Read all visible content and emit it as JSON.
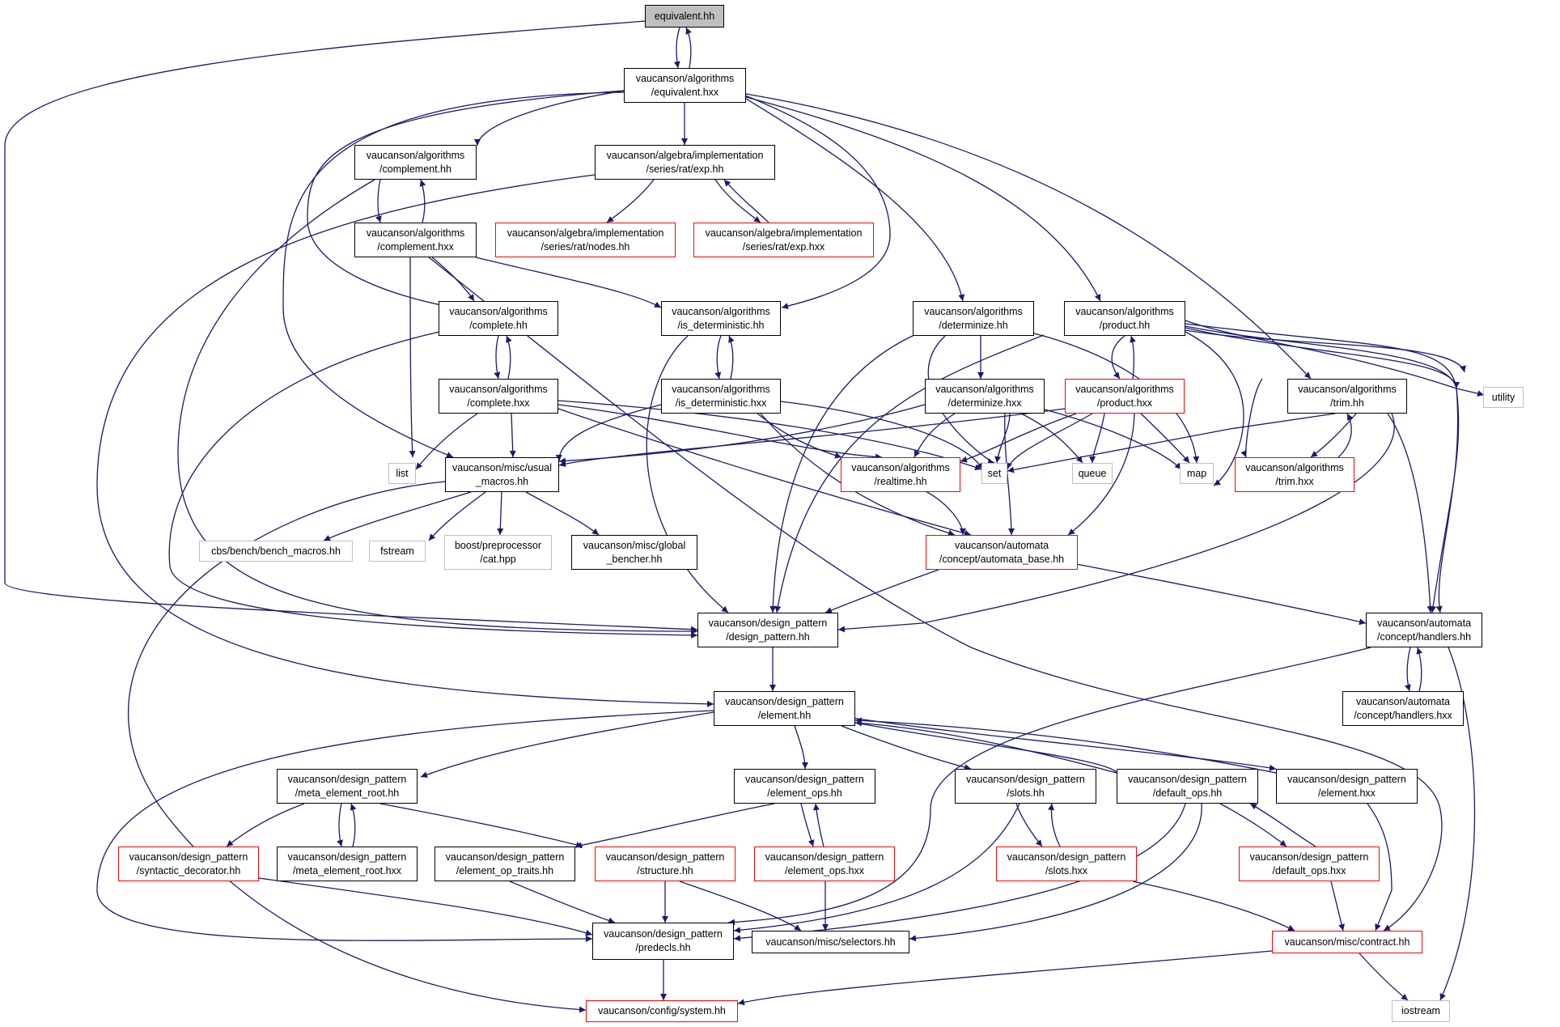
{
  "colors": {
    "edge": "#191970",
    "box": "#000000",
    "incomplete": "#ff0000",
    "external": "#bfbfbf",
    "root_fill": "#bfbfbf"
  },
  "nodes": {
    "equivalent_hh": "equivalent.hh",
    "equivalent_hxx": "vaucanson/algorithms\n/equivalent.hxx",
    "complement_hh": "vaucanson/algorithms\n/complement.hh",
    "exp_hh": "vaucanson/algebra/implementation\n/series/rat/exp.hh",
    "nodes_hh": "vaucanson/algebra/implementation\n/series/rat/nodes.hh",
    "exp_hxx": "vaucanson/algebra/implementation\n/series/rat/exp.hxx",
    "complement_hxx": "vaucanson/algorithms\n/complement.hxx",
    "complete_hh": "vaucanson/algorithms\n/complete.hh",
    "is_det_hh": "vaucanson/algorithms\n/is_deterministic.hh",
    "determinize_hh": "vaucanson/algorithms\n/determinize.hh",
    "product_hh": "vaucanson/algorithms\n/product.hh",
    "utility": "utility",
    "complete_hxx": "vaucanson/algorithms\n/complete.hxx",
    "is_det_hxx": "vaucanson/algorithms\n/is_deterministic.hxx",
    "determinize_hxx": "vaucanson/algorithms\n/determinize.hxx",
    "product_hxx": "vaucanson/algorithms\n/product.hxx",
    "trim_hh": "vaucanson/algorithms\n/trim.hh",
    "list": "list",
    "usual_macros": "vaucanson/misc/usual\n_macros.hh",
    "realtime_hh": "vaucanson/algorithms\n/realtime.hh",
    "set": "set",
    "queue": "queue",
    "map": "map",
    "trim_hxx": "vaucanson/algorithms\n/trim.hxx",
    "bench_macros": "cbs/bench/bench_macros.hh",
    "fstream": "fstream",
    "cat_hpp": "boost/preprocessor\n/cat.hpp",
    "global_bencher": "vaucanson/misc/global\n_bencher.hh",
    "automata_base": "vaucanson/automata\n/concept/automata_base.hh",
    "design_pattern": "vaucanson/design_pattern\n/design_pattern.hh",
    "handlers_hh": "vaucanson/automata\n/concept/handlers.hh",
    "element_hh": "vaucanson/design_pattern\n/element.hh",
    "handlers_hxx": "vaucanson/automata\n/concept/handlers.hxx",
    "meta_root_hh": "vaucanson/design_pattern\n/meta_element_root.hh",
    "element_ops_hh": "vaucanson/design_pattern\n/element_ops.hh",
    "slots_hh": "vaucanson/design_pattern\n/slots.hh",
    "default_ops_hh": "vaucanson/design_pattern\n/default_ops.hh",
    "element_hxx": "vaucanson/design_pattern\n/element.hxx",
    "syntactic": "vaucanson/design_pattern\n/syntactic_decorator.hh",
    "meta_root_hxx": "vaucanson/design_pattern\n/meta_element_root.hxx",
    "op_traits": "vaucanson/design_pattern\n/element_op_traits.hh",
    "structure_hh": "vaucanson/design_pattern\n/structure.hh",
    "element_ops_hxx": "vaucanson/design_pattern\n/element_ops.hxx",
    "slots_hxx": "vaucanson/design_pattern\n/slots.hxx",
    "default_ops_hxx": "vaucanson/design_pattern\n/default_ops.hxx",
    "predecls": "vaucanson/design_pattern\n/predecls.hh",
    "selectors": "vaucanson/misc/selectors.hh",
    "contract": "vaucanson/misc/contract.hh",
    "system": "vaucanson/config/system.hh",
    "iostream": "iostream"
  }
}
